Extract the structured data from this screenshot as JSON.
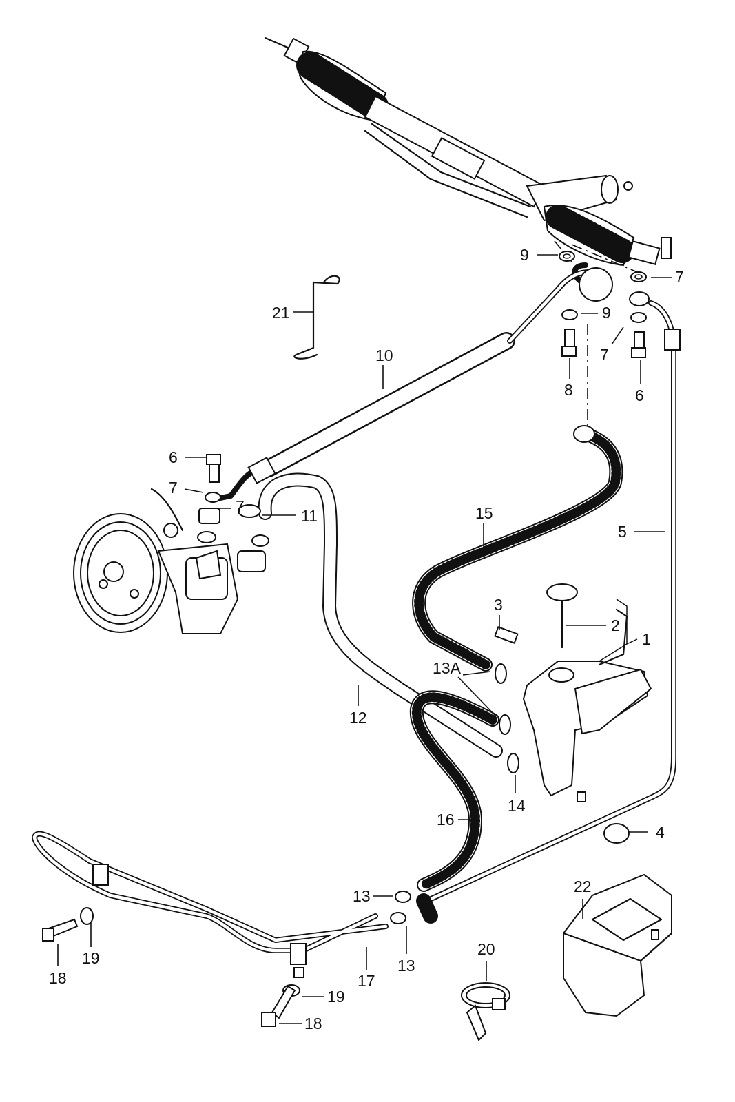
{
  "callouts": {
    "c9a": "9",
    "c7a": "7",
    "c9b": "9",
    "c21": "21",
    "c8": "8",
    "c7b": "7",
    "c6a": "6",
    "c10": "10",
    "c6b": "6",
    "c7c": "7",
    "c7d": "7",
    "c11": "11",
    "c15": "15",
    "c5": "5",
    "c3": "3",
    "c2": "2",
    "c1": "1",
    "c13A": "13A",
    "c12": "12",
    "c14": "14",
    "c16": "16",
    "c4": "4",
    "c22": "22",
    "c13a": "13",
    "c13b": "13",
    "c20": "20",
    "c19a": "19",
    "c18a": "18",
    "c17": "17",
    "c19b": "19",
    "c18b": "18"
  }
}
